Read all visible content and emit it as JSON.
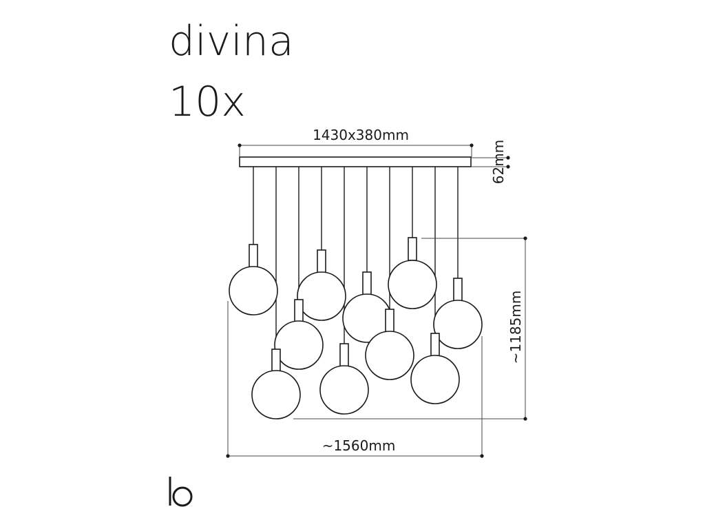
{
  "product": {
    "name": "divina",
    "count": "10x"
  },
  "dimensions": {
    "canopy_size": "1430x380mm",
    "canopy_height": "62mm",
    "drop_height": "~1185mm",
    "total_width": "~1560mm"
  },
  "logo": {
    "icon": "b-logo-icon"
  },
  "colors": {
    "line": "#1a1a1a",
    "dim_line": "#444444",
    "background": "#ffffff"
  }
}
